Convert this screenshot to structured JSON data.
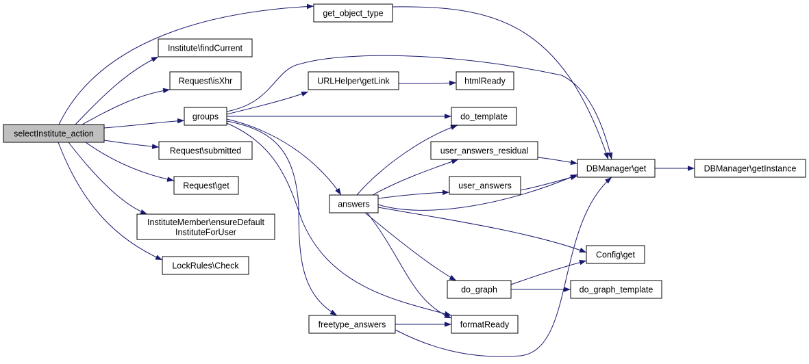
{
  "diagram": {
    "type": "call-graph",
    "edge_color": "#191970",
    "root_fill": "#bfbfbf",
    "nodes": [
      {
        "id": "selectInstitute_action",
        "lines": [
          "selectInstitute_action"
        ],
        "root": true
      },
      {
        "id": "get_object_type",
        "lines": [
          "get_object_type"
        ]
      },
      {
        "id": "findCurrent",
        "lines": [
          "Institute\\findCurrent"
        ]
      },
      {
        "id": "isXhr",
        "lines": [
          "Request\\isXhr"
        ]
      },
      {
        "id": "groups",
        "lines": [
          "groups"
        ]
      },
      {
        "id": "submitted",
        "lines": [
          "Request\\submitted"
        ]
      },
      {
        "id": "request_get",
        "lines": [
          "Request\\get"
        ]
      },
      {
        "id": "ensureDefault",
        "lines": [
          "InstituteMember\\ensureDefault",
          "InstituteForUser"
        ]
      },
      {
        "id": "lockrules",
        "lines": [
          "LockRules\\Check"
        ]
      },
      {
        "id": "getLink",
        "lines": [
          "URLHelper\\getLink"
        ]
      },
      {
        "id": "htmlReady",
        "lines": [
          "htmlReady"
        ]
      },
      {
        "id": "do_template",
        "lines": [
          "do_template"
        ]
      },
      {
        "id": "uar",
        "lines": [
          "user_answers_residual"
        ]
      },
      {
        "id": "user_answers",
        "lines": [
          "user_answers"
        ]
      },
      {
        "id": "answers",
        "lines": [
          "answers"
        ]
      },
      {
        "id": "dbget",
        "lines": [
          "DBManager\\get"
        ]
      },
      {
        "id": "dbinst",
        "lines": [
          "DBManager\\getInstance"
        ]
      },
      {
        "id": "configget",
        "lines": [
          "Config\\get"
        ]
      },
      {
        "id": "do_graph",
        "lines": [
          "do_graph"
        ]
      },
      {
        "id": "dgt",
        "lines": [
          "do_graph_template"
        ]
      },
      {
        "id": "freetype",
        "lines": [
          "freetype_answers"
        ]
      },
      {
        "id": "formatReady",
        "lines": [
          "formatReady"
        ]
      }
    ],
    "edges": [
      {
        "from": "selectInstitute_action",
        "to": "get_object_type"
      },
      {
        "from": "selectInstitute_action",
        "to": "findCurrent"
      },
      {
        "from": "selectInstitute_action",
        "to": "isXhr"
      },
      {
        "from": "selectInstitute_action",
        "to": "groups"
      },
      {
        "from": "selectInstitute_action",
        "to": "submitted"
      },
      {
        "from": "selectInstitute_action",
        "to": "request_get"
      },
      {
        "from": "selectInstitute_action",
        "to": "ensureDefault"
      },
      {
        "from": "selectInstitute_action",
        "to": "lockrules"
      },
      {
        "from": "get_object_type",
        "to": "dbget"
      },
      {
        "from": "groups",
        "to": "getLink"
      },
      {
        "from": "groups",
        "to": "dbget"
      },
      {
        "from": "groups",
        "to": "do_template"
      },
      {
        "from": "groups",
        "to": "answers"
      },
      {
        "from": "groups",
        "to": "freetype"
      },
      {
        "from": "groups",
        "to": "formatReady"
      },
      {
        "from": "getLink",
        "to": "htmlReady"
      },
      {
        "from": "answers",
        "to": "do_template"
      },
      {
        "from": "answers",
        "to": "uar"
      },
      {
        "from": "answers",
        "to": "user_answers"
      },
      {
        "from": "answers",
        "to": "dbget"
      },
      {
        "from": "answers",
        "to": "configget"
      },
      {
        "from": "answers",
        "to": "do_graph"
      },
      {
        "from": "answers",
        "to": "formatReady"
      },
      {
        "from": "uar",
        "to": "dbget"
      },
      {
        "from": "user_answers",
        "to": "dbget"
      },
      {
        "from": "dbget",
        "to": "dbinst"
      },
      {
        "from": "do_graph",
        "to": "configget"
      },
      {
        "from": "do_graph",
        "to": "dgt"
      },
      {
        "from": "freetype",
        "to": "formatReady"
      },
      {
        "from": "freetype",
        "to": "dbget"
      }
    ]
  }
}
